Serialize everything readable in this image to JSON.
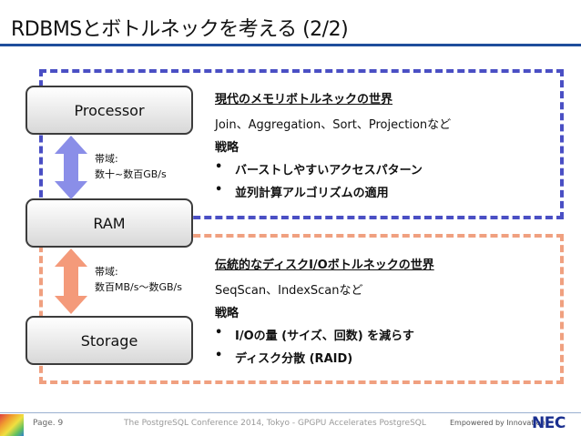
{
  "title": "RDBMSとボトルネックを考える (2/2)",
  "nodes": {
    "processor": "Processor",
    "ram": "RAM",
    "storage": "Storage"
  },
  "bandwidth_top": {
    "label": "帯域:",
    "value": "数十~数百GB/s"
  },
  "bandwidth_bottom": {
    "label": "帯域:",
    "value": "数百MB/s〜数GB/s"
  },
  "memory_panel": {
    "heading": "現代のメモリボトルネックの世界",
    "examples": "Join、Aggregation、Sort、Projectionなど",
    "strategy_label": "戦略",
    "bullets": [
      "バーストしやすいアクセスパターン",
      "並列計算アルゴリズムの適用"
    ]
  },
  "disk_panel": {
    "heading": "伝統的なディスクI/Oボトルネックの世界",
    "examples": "SeqScan、IndexScanなど",
    "strategy_label": "戦略",
    "bullets": [
      "I/Oの量 (サイズ、回数) を減らす",
      "ディスク分散 (RAID)"
    ]
  },
  "bullet_symbol": "•",
  "colors": {
    "memory_box": "#4a4fc4",
    "disk_box": "#f0a080",
    "arrow_top": "#8a8ee8",
    "arrow_bottom": "#f49a7a",
    "title_rule": "#1f4e9c"
  },
  "footer": {
    "page": "Page. 9",
    "conference": "The PostgreSQL Conference 2014, Tokyo - GPGPU Accelerates PostgreSQL",
    "tagline": "Empowered by Innovation",
    "logo": "NEC"
  }
}
